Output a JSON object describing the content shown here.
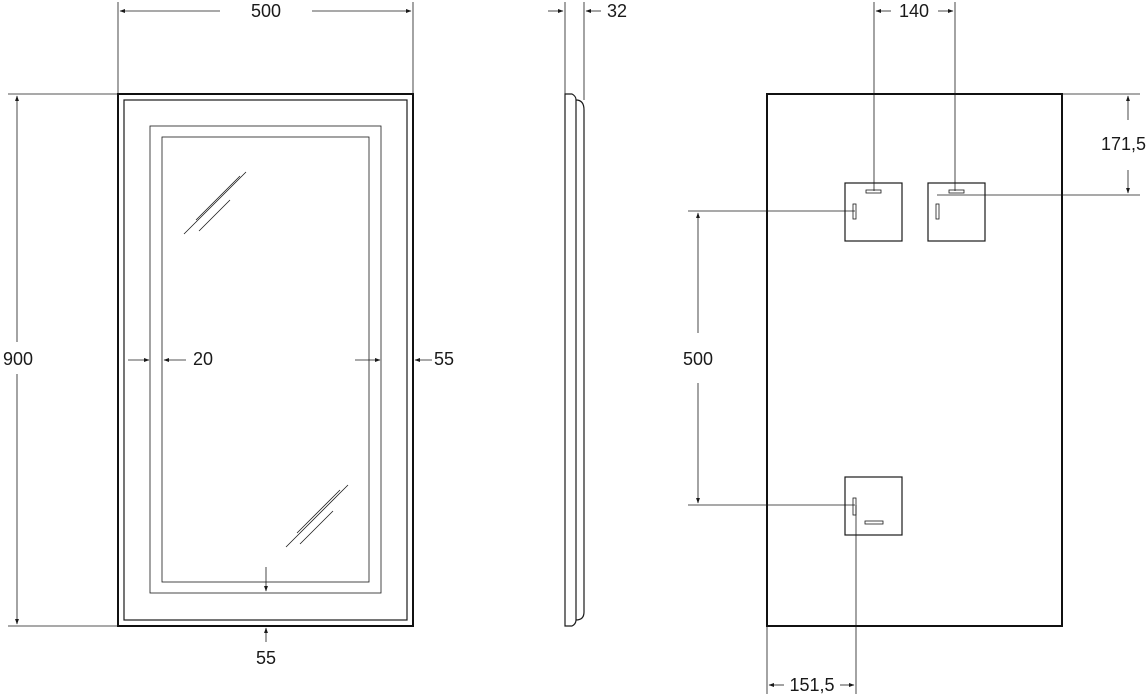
{
  "labels": {
    "front_width": "500",
    "front_height": "900",
    "inset": "20",
    "margin_right": "55",
    "margin_bottom": "55",
    "depth": "32",
    "bracket_spacing": "140",
    "bracket_top": "171,5",
    "bracket_vertical": "500",
    "bracket_left": "151,5"
  },
  "colors": {
    "line": "#1a1a1a",
    "background": "#ffffff"
  }
}
